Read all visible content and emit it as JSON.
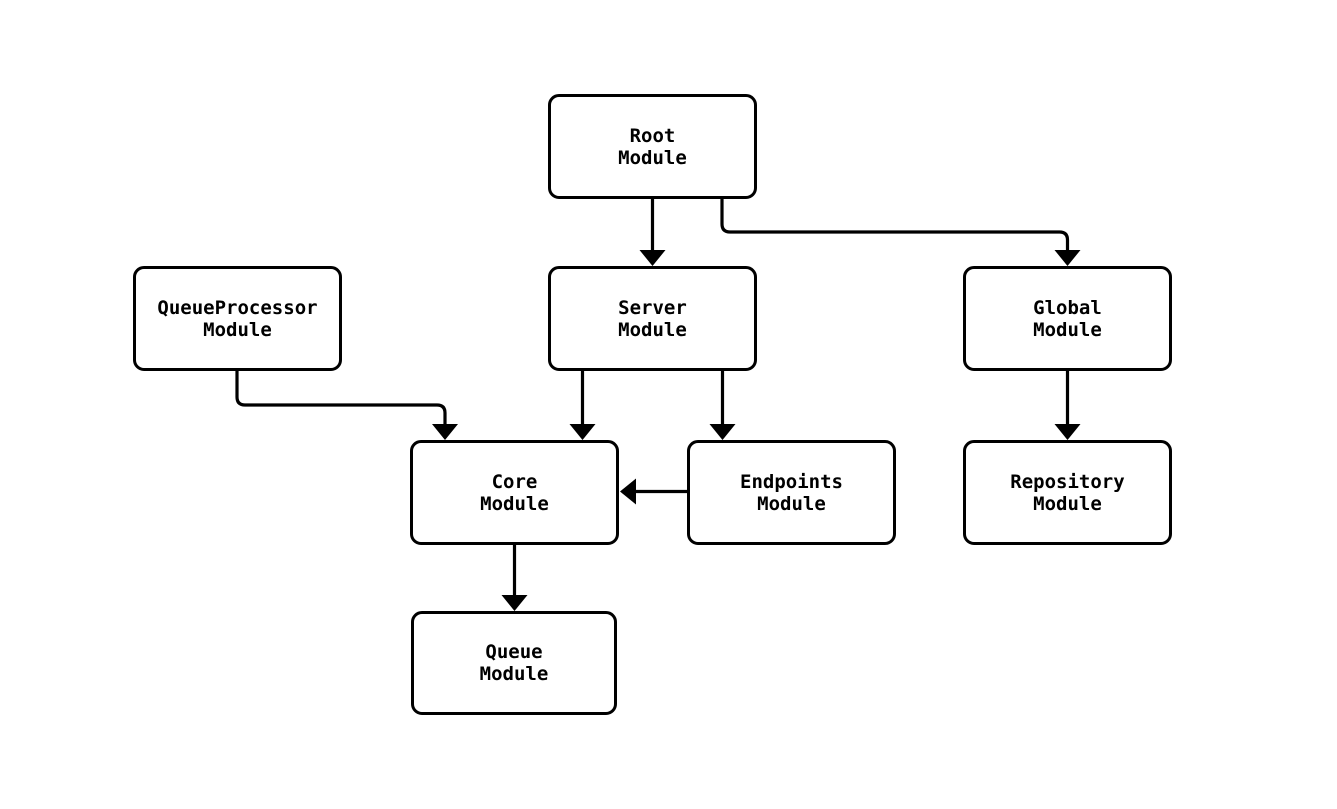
{
  "diagram": {
    "type": "module-dependency-flowchart",
    "background_color": "#ffffff",
    "line_color": "#000000",
    "node_fill_color": "#ffffff",
    "nodes": {
      "root": {
        "label": "Root\nModule"
      },
      "queueprocessor": {
        "label": "QueueProcessor\nModule"
      },
      "server": {
        "label": "Server\nModule"
      },
      "global": {
        "label": "Global\nModule"
      },
      "core": {
        "label": "Core\nModule"
      },
      "endpoints": {
        "label": "Endpoints\nModule"
      },
      "repository": {
        "label": "Repository\nModule"
      },
      "queue": {
        "label": "Queue\nModule"
      }
    },
    "edges": [
      {
        "from": "root",
        "to": "server"
      },
      {
        "from": "root",
        "to": "global"
      },
      {
        "from": "queueprocessor",
        "to": "core"
      },
      {
        "from": "server",
        "to": "core"
      },
      {
        "from": "server",
        "to": "endpoints"
      },
      {
        "from": "endpoints",
        "to": "core"
      },
      {
        "from": "global",
        "to": "repository"
      },
      {
        "from": "core",
        "to": "queue"
      }
    ]
  }
}
